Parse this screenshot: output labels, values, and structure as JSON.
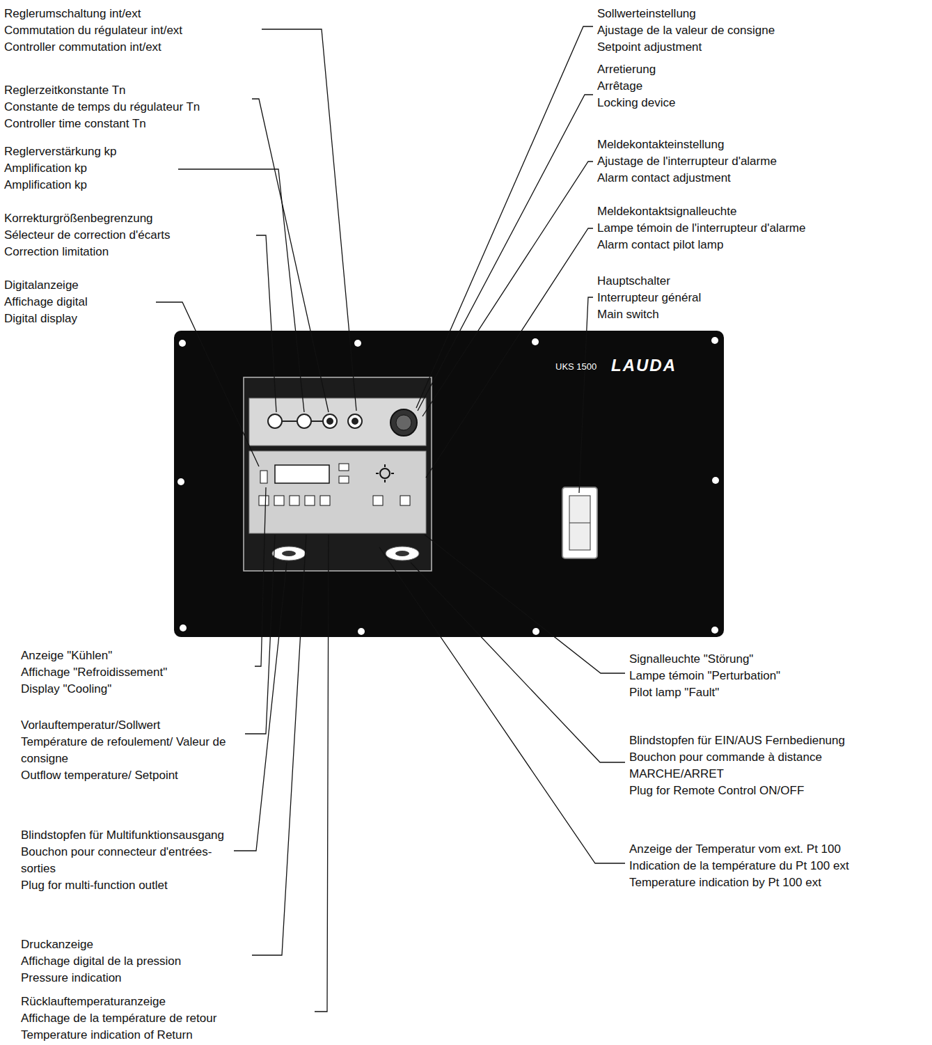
{
  "diagram": {
    "nodes": [
      {
        "text": [
          "UKS 1500",
          "LAUDA"
        ]
      }
    ],
    "labels": [
      "Reglerumschaltung int/ext",
      "Commutation du régulateur int/ext",
      "Controller commutation int/ext",
      "Reglerzeitkonstante Tn",
      "Constante de temps du régulateur Tn",
      "Controller time constant Tn",
      "Reglerverstärkung kp",
      "Amplification kp",
      "Amplification kp",
      "Korrekturgrößenbegrenzung",
      "Sélecteur de correction d'écarts",
      "Correction limitation",
      "Digitalanzeige",
      "Affichage digital",
      "Digital display",
      "Sollwerteinstellung",
      "Ajustage de la valeur de consigne",
      "Setpoint adjustment",
      "Arretierung",
      "Arrêtage",
      "Locking device",
      "Meldekontakteinstellung",
      "Ajustage de l'interrupteur d'alarme",
      "Alarm contact adjustment",
      "Meldekontaktsignalleuchte",
      "Lampe témoin de l'interrupteur d'alarme",
      "Alarm contact pilot lamp",
      "Hauptschalter",
      "Interrupteur général",
      "Main switch",
      "Anzeige \"Kühlen\"",
      "Affichage \"Refroidissement\"",
      "Display \"Cooling\"",
      "Vorlauftemperatur/Sollwert",
      "Température de refoulement/ Valeur de consigne",
      "Outflow temperature/ Setpoint",
      "Blindstopfen für Multifunktionsausgang",
      "Bouchon pour connecteur d'entrées-sorties",
      "Plug for multi-function outlet",
      "Druckanzeige",
      "Affichage digital de la pression",
      "Pressure indication",
      "Rücklauftemperaturanzeige",
      "Affichage de la température de retour",
      "Temperature indication of Return",
      "Signalleuchte \"Störung\"",
      "Lampe témoin \"Perturbation\"",
      "Pilot lamp \"Fault\"",
      "Blindstopfen für EIN/AUS Fernbedienung",
      "Bouchon pour commande à distance MARCHE/ARRET",
      "Plug for Remote Control ON/OFF",
      "Anzeige der Temperatur vom ext. Pt 100",
      "Indication de la température du Pt 100 ext",
      "Temperature indication by Pt 100 ext"
    ]
  }
}
